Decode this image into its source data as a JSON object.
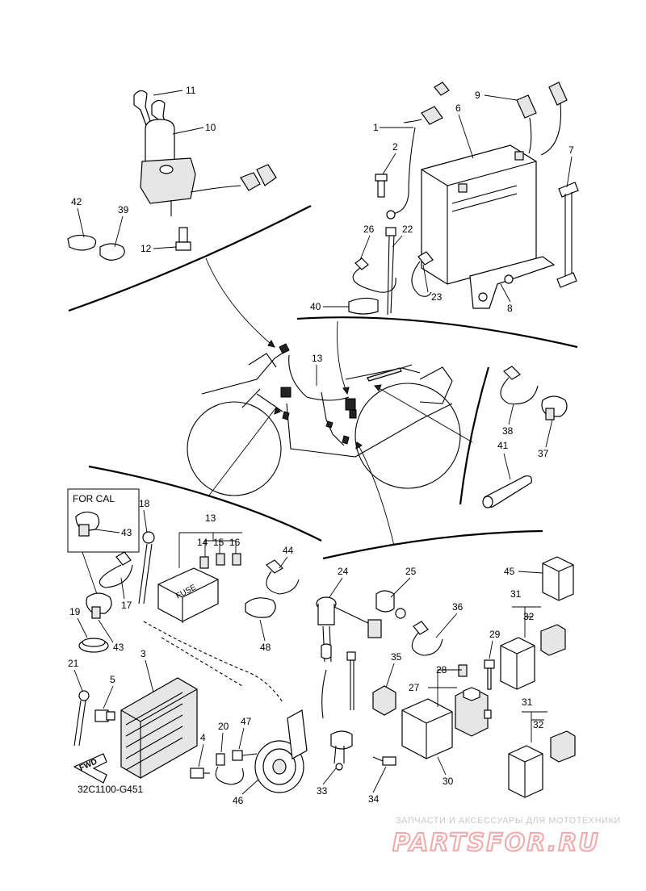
{
  "diagram": {
    "code": "32C1100-G451",
    "for_cal_label": "FOR CAL",
    "fwd_label": "FWD",
    "fuse_box_label": "FUSE",
    "watermark_top": "ЗАПЧАСТИ И АКСЕССУАРЫ ДЛЯ МОТОТЕХНИКИ",
    "watermark_brand": "PARTSFOR.RU",
    "callouts": [
      {
        "id": "c1",
        "label": "1"
      },
      {
        "id": "c2",
        "label": "2"
      },
      {
        "id": "c3",
        "label": "3"
      },
      {
        "id": "c4",
        "label": "4"
      },
      {
        "id": "c5",
        "label": "5"
      },
      {
        "id": "c6",
        "label": "6"
      },
      {
        "id": "c7",
        "label": "7"
      },
      {
        "id": "c8",
        "label": "8"
      },
      {
        "id": "c9",
        "label": "9"
      },
      {
        "id": "c10",
        "label": "10"
      },
      {
        "id": "c11",
        "label": "11"
      },
      {
        "id": "c12",
        "label": "12"
      },
      {
        "id": "c13a",
        "label": "13"
      },
      {
        "id": "c13b",
        "label": "13"
      },
      {
        "id": "c14",
        "label": "14"
      },
      {
        "id": "c15",
        "label": "15"
      },
      {
        "id": "c16",
        "label": "16"
      },
      {
        "id": "c17",
        "label": "17"
      },
      {
        "id": "c18",
        "label": "18"
      },
      {
        "id": "c19",
        "label": "19"
      },
      {
        "id": "c20",
        "label": "20"
      },
      {
        "id": "c21",
        "label": "21"
      },
      {
        "id": "c22",
        "label": "22"
      },
      {
        "id": "c23",
        "label": "23"
      },
      {
        "id": "c24",
        "label": "24"
      },
      {
        "id": "c25",
        "label": "25"
      },
      {
        "id": "c26",
        "label": "26"
      },
      {
        "id": "c27",
        "label": "27"
      },
      {
        "id": "c28",
        "label": "28"
      },
      {
        "id": "c29",
        "label": "29"
      },
      {
        "id": "c30",
        "label": "30"
      },
      {
        "id": "c31a",
        "label": "31"
      },
      {
        "id": "c31b",
        "label": "31"
      },
      {
        "id": "c32a",
        "label": "32"
      },
      {
        "id": "c32b",
        "label": "32"
      },
      {
        "id": "c33",
        "label": "33"
      },
      {
        "id": "c34",
        "label": "34"
      },
      {
        "id": "c35",
        "label": "35"
      },
      {
        "id": "c36",
        "label": "36"
      },
      {
        "id": "c37",
        "label": "37"
      },
      {
        "id": "c38",
        "label": "38"
      },
      {
        "id": "c39",
        "label": "39"
      },
      {
        "id": "c40",
        "label": "40"
      },
      {
        "id": "c41",
        "label": "41"
      },
      {
        "id": "c42",
        "label": "42"
      },
      {
        "id": "c43a",
        "label": "43"
      },
      {
        "id": "c43b",
        "label": "43"
      },
      {
        "id": "c44",
        "label": "44"
      },
      {
        "id": "c45",
        "label": "45"
      },
      {
        "id": "c46",
        "label": "46"
      },
      {
        "id": "c47",
        "label": "47"
      },
      {
        "id": "c48",
        "label": "48"
      }
    ]
  }
}
